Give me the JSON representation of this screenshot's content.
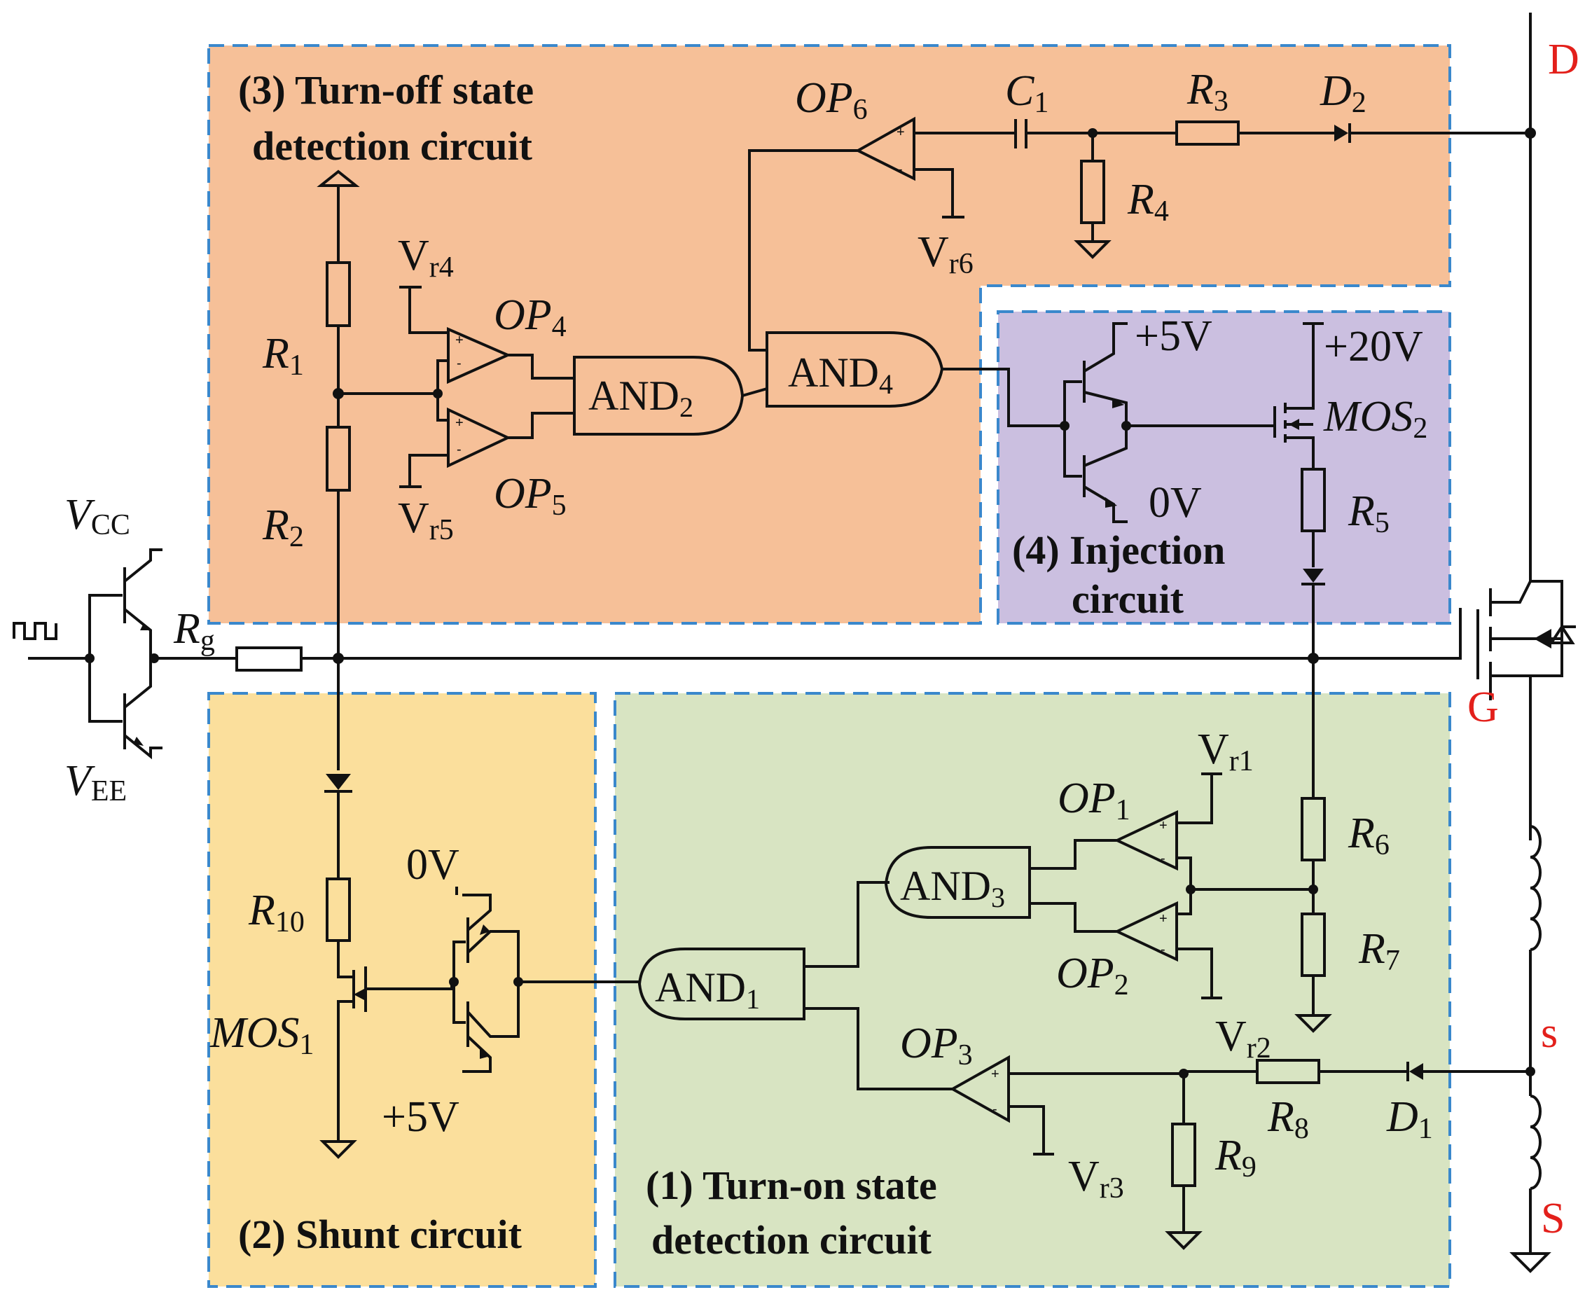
{
  "colors": {
    "turn_off_box": "#f6c098",
    "injection_box": "#cbbfe0",
    "shunt_box": "#fbdf9c",
    "turn_on_box": "#d8e4c2",
    "border": "#3a88cc",
    "terminal_label": "#e3201b"
  },
  "blocks": {
    "turn_off": {
      "line1": "(3) Turn-off state",
      "line2": "detection circuit"
    },
    "injection": {
      "line1": "(4) Injection",
      "line2": "circuit"
    },
    "shunt": {
      "line1": "(2) Shunt circuit"
    },
    "turn_on": {
      "line1": "(1) Turn-on state",
      "line2": "detection circuit"
    }
  },
  "terminals": {
    "D": "D",
    "G": "G",
    "s": "s",
    "S": "S"
  },
  "labels": {
    "vcc": {
      "main": "V",
      "sub": "CC"
    },
    "vee": {
      "main": "V",
      "sub": "EE"
    },
    "rg": {
      "main": "R",
      "sub": "g"
    },
    "r1": {
      "main": "R",
      "sub": "1"
    },
    "r2": {
      "main": "R",
      "sub": "2"
    },
    "r3": {
      "main": "R",
      "sub": "3"
    },
    "r4": {
      "main": "R",
      "sub": "4"
    },
    "r5": {
      "main": "R",
      "sub": "5"
    },
    "r6": {
      "main": "R",
      "sub": "6"
    },
    "r7": {
      "main": "R",
      "sub": "7"
    },
    "r8": {
      "main": "R",
      "sub": "8"
    },
    "r9": {
      "main": "R",
      "sub": "9"
    },
    "r10": {
      "main": "R",
      "sub": "10"
    },
    "c1": {
      "main": "C",
      "sub": "1"
    },
    "d1": {
      "main": "D",
      "sub": "1"
    },
    "d2": {
      "main": "D",
      "sub": "2"
    },
    "op1": {
      "main": "OP",
      "sub": "1"
    },
    "op2": {
      "main": "OP",
      "sub": "2"
    },
    "op3": {
      "main": "OP",
      "sub": "3"
    },
    "op4": {
      "main": "OP",
      "sub": "4"
    },
    "op5": {
      "main": "OP",
      "sub": "5"
    },
    "op6": {
      "main": "OP",
      "sub": "6"
    },
    "vr1": {
      "main": "V",
      "sub": "r1"
    },
    "vr2": {
      "main": "V",
      "sub": "r2"
    },
    "vr3": {
      "main": "V",
      "sub": "r3"
    },
    "vr4": {
      "main": "V",
      "sub": "r4"
    },
    "vr5": {
      "main": "V",
      "sub": "r5"
    },
    "vr6": {
      "main": "V",
      "sub": "r6"
    },
    "mos1": {
      "main": "MOS",
      "sub": "1"
    },
    "mos2": {
      "main": "MOS",
      "sub": "2"
    },
    "and1": {
      "main": "AND",
      "sub": "1"
    },
    "and2": {
      "main": "AND",
      "sub": "2"
    },
    "and3": {
      "main": "AND",
      "sub": "3"
    },
    "and4": {
      "main": "AND",
      "sub": "4"
    }
  },
  "supplies": {
    "plus5_inj": "+5V",
    "plus20": "+20V",
    "zero_inj": "0V",
    "zero_shunt": "0V",
    "plus5_shunt": "+5V"
  },
  "opamp_signs": {
    "plus": "+",
    "minus": "-"
  }
}
